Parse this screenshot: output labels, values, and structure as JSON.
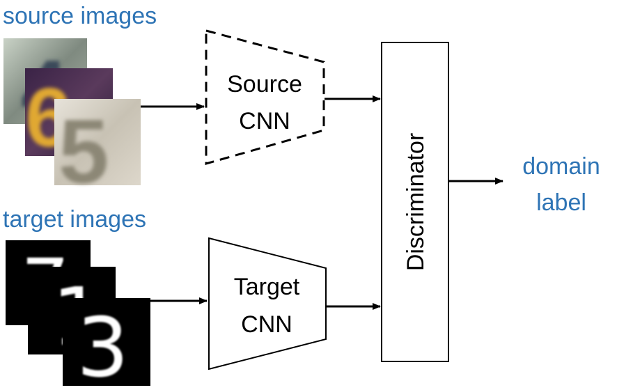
{
  "labels": {
    "source_images": "source images",
    "target_images": "target images",
    "source_cnn_line1": "Source",
    "source_cnn_line2": "CNN",
    "target_cnn_line1": "Target",
    "target_cnn_line2": "CNN",
    "discriminator": "Discriminator",
    "output_line1": "domain",
    "output_line2": "label"
  },
  "colors": {
    "label_blue": "#2e74b5",
    "stroke": "#000000"
  },
  "source_digits": [
    "4",
    "6",
    "5"
  ],
  "target_digits": [
    "7",
    "1",
    "3"
  ]
}
